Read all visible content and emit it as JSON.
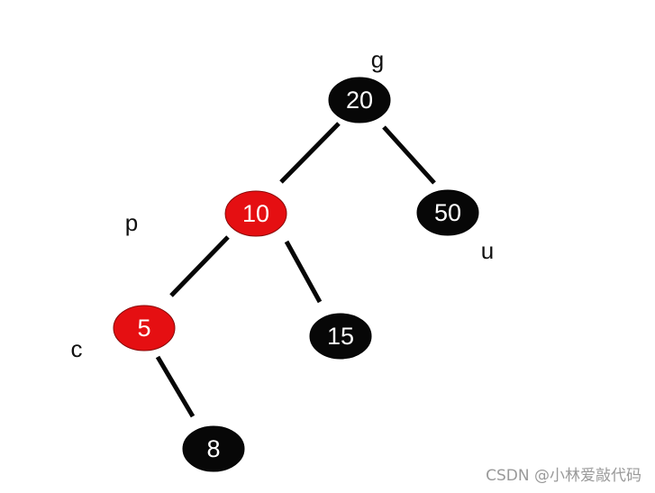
{
  "colors": {
    "red": "#e50f12",
    "black": "#070707",
    "edge": "#070707",
    "node_text": "#ffffff",
    "label_text": "#111111",
    "watermark": "#9a9a9a"
  },
  "nodes": [
    {
      "key": "20",
      "value": "20",
      "color": "black"
    },
    {
      "key": "10",
      "value": "10",
      "color": "red"
    },
    {
      "key": "50",
      "value": "50",
      "color": "black"
    },
    {
      "key": "5",
      "value": "5",
      "color": "red"
    },
    {
      "key": "15",
      "value": "15",
      "color": "black"
    },
    {
      "key": "8",
      "value": "8",
      "color": "black"
    }
  ],
  "edges": [
    {
      "from": "20",
      "to": "10"
    },
    {
      "from": "20",
      "to": "50"
    },
    {
      "from": "10",
      "to": "5"
    },
    {
      "from": "10",
      "to": "15"
    },
    {
      "from": "5",
      "to": "8"
    }
  ],
  "labels": {
    "g": "g",
    "p": "p",
    "u": "u",
    "c": "c"
  },
  "watermark": "CSDN @小林爱敲代码"
}
